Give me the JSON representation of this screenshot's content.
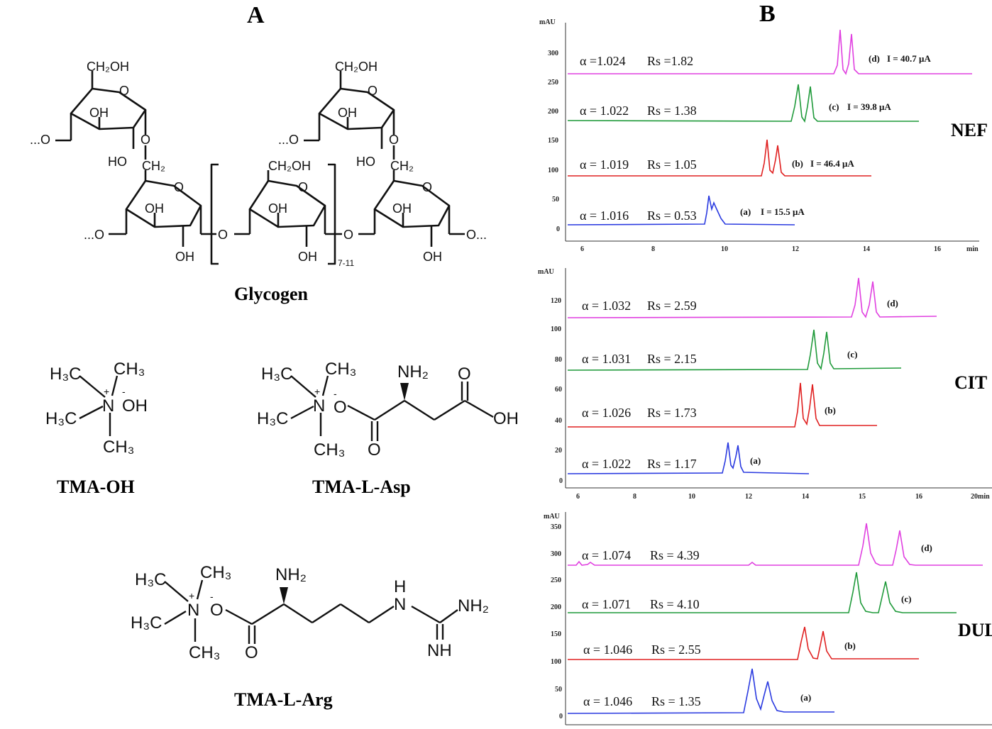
{
  "panel_a": {
    "letter": "A",
    "glycogen": {
      "name": "Glycogen",
      "ch2oh": "CH₂OH",
      "oh": "OH",
      "ho": "HO",
      "ring_o": "O",
      "chain_end": "...O",
      "chain_end_right": "O...",
      "repeat": "7-11",
      "linker": "O",
      "ch2": "CH₂"
    },
    "tma_oh": {
      "name": "TMA-OH",
      "h3c_1": "H₃C",
      "ch3_top": "CH₃",
      "h3c_2": "H₃C",
      "n": "N",
      "oh": "OH",
      "ch3_bottom": "CH₃",
      "plus": "+",
      "minus": "-"
    },
    "tma_l_asp": {
      "name": "TMA-L-Asp",
      "h3c_1": "H₃C",
      "ch3_top": "CH₃",
      "h3c_2": "H₃C",
      "n": "N",
      "ch3_bottom": "CH₃",
      "o_minus": "O",
      "o_double": "O",
      "nh2": "NH₂",
      "o_top": "O",
      "oh": "OH",
      "plus": "+",
      "minus": "-"
    },
    "tma_l_arg": {
      "name": "TMA-L-Arg",
      "h3c_1": "H₃C",
      "ch3_top": "CH₃",
      "h3c_2": "H₃C",
      "n": "N",
      "ch3_bottom": "CH₃",
      "o_minus": "O",
      "o_double": "O",
      "nh2": "NH₂",
      "h": "H",
      "n_chain": "N",
      "nh2_right": "NH₂",
      "nh": "NH",
      "plus": "+",
      "minus": "-"
    }
  },
  "panel_b": {
    "letter": "B",
    "chromatograms": [
      {
        "side_label": "NEF",
        "y_unit": "mAU",
        "x_unit": "min",
        "y_ticks": [
          "300",
          "250",
          "200",
          "150",
          "100",
          "50",
          "0"
        ],
        "x_ticks": [
          "6",
          "8",
          "10",
          "12",
          "14",
          "16"
        ],
        "traces": [
          {
            "id": "d",
            "alpha_text": "α =1.024",
            "rs_text": "Rs =1.82",
            "label": "(d)",
            "current": "I = 40.7 μA",
            "color": "#e040e0"
          },
          {
            "id": "c",
            "alpha_text": "α = 1.022",
            "rs_text": "Rs = 1.38",
            "label": "(c)",
            "current": "I = 39.8 μA",
            "color": "#1f9a3a"
          },
          {
            "id": "b",
            "alpha_text": "α = 1.019",
            "rs_text": "Rs = 1.05",
            "label": "(b)",
            "current": "I = 46.4 μA",
            "color": "#e02020"
          },
          {
            "id": "a",
            "alpha_text": "α = 1.016",
            "rs_text": "Rs = 0.53",
            "label": "(a)",
            "current": "I = 15.5 μA",
            "color": "#2a3ae0"
          }
        ]
      },
      {
        "side_label": "CIT",
        "y_unit": "mAU",
        "x_unit": "20min",
        "y_ticks": [
          "120",
          "100",
          "80",
          "60",
          "40",
          "20",
          "0"
        ],
        "x_ticks": [
          "6",
          "8",
          "10",
          "12",
          "14",
          "15",
          "16",
          "20min"
        ],
        "traces": [
          {
            "id": "d",
            "alpha_text": "α = 1.032",
            "rs_text": "Rs = 2.59",
            "label": "(d)",
            "color": "#e040e0"
          },
          {
            "id": "c",
            "alpha_text": "α = 1.031",
            "rs_text": "Rs = 2.15",
            "label": "(c)",
            "color": "#1f9a3a"
          },
          {
            "id": "b",
            "alpha_text": "α = 1.026",
            "rs_text": "Rs = 1.73",
            "label": "(b)",
            "color": "#e02020"
          },
          {
            "id": "a",
            "alpha_text": "α = 1.022",
            "rs_text": "Rs = 1.17",
            "label": "(a)",
            "color": "#2a3ae0"
          }
        ]
      },
      {
        "side_label": "DUL",
        "y_unit": "mAU",
        "y_ticks": [
          "350",
          "300",
          "250",
          "200",
          "150",
          "100",
          "50",
          "0"
        ],
        "traces": [
          {
            "id": "d",
            "alpha_text": "α = 1.074",
            "rs_text": "Rs = 4.39",
            "label": "(d)",
            "color": "#e040e0"
          },
          {
            "id": "c",
            "alpha_text": "α = 1.071",
            "rs_text": "Rs = 4.10",
            "label": "(c)",
            "color": "#1f9a3a"
          },
          {
            "id": "b",
            "alpha_text": "α = 1.046",
            "rs_text": "Rs = 2.55",
            "label": "(b)",
            "color": "#e02020"
          },
          {
            "id": "a",
            "alpha_text": "α = 1.046",
            "rs_text": "Rs = 1.35",
            "label": "(a)",
            "color": "#2a3ae0"
          }
        ]
      }
    ]
  }
}
